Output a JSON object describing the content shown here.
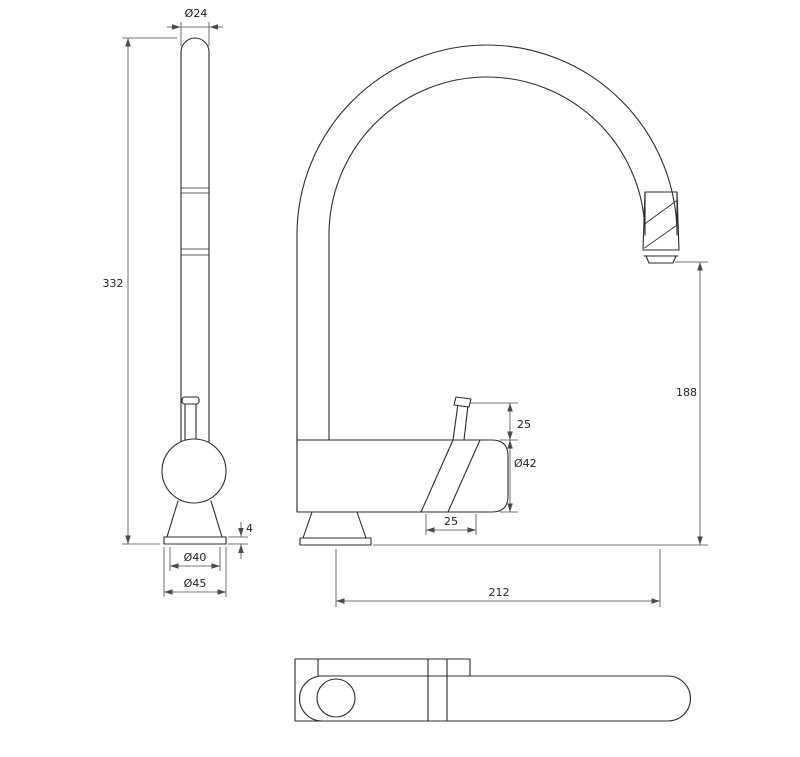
{
  "page": {
    "background": "#ffffff",
    "line_color": "#2b2b2b",
    "dim_line_color": "#4a4a4a"
  },
  "drawing": {
    "dimensions": {
      "spout_top_diameter": "Ø24",
      "total_height": "332",
      "base_plate_thickness": "4",
      "base_neck_diameter": "Ø40",
      "base_plate_diameter": "Ø45",
      "lever_height": "25",
      "body_diameter": "Ø42",
      "lever_width": "25",
      "outlet_height": "188",
      "spout_reach": "212"
    }
  }
}
